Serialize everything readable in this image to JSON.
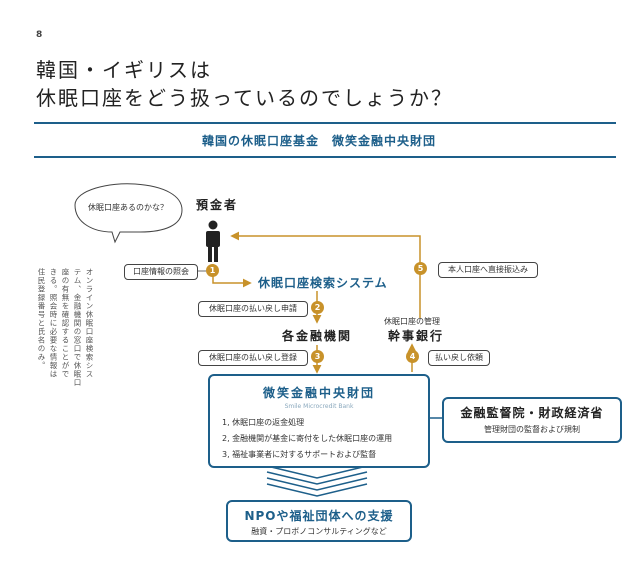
{
  "page": {
    "number": "8",
    "title_line1": "韓国・イギリスは",
    "title_line2": "休眠口座をどう扱っているのでしょうか？"
  },
  "band_title": "韓国の休眠口座基金　微笑金融中央財団",
  "depositor": {
    "label": "預金者",
    "speech": "休眠口座あるのかな？"
  },
  "side_note": {
    "columns": [
      "オンライン休眠口座検索シス",
      "テム、金融機関の窓口で休眠口",
      "座の有無を確認することがで",
      "きる。照会時に必要な情報は",
      "住民登録番号と氏名のみ。"
    ]
  },
  "flow": {
    "step1": {
      "num": "1",
      "label": "口座情報の照会"
    },
    "system": "休眠口座検索システム",
    "step2": {
      "num": "2",
      "label": "休眠口座の払い戻し申請"
    },
    "banks": "各金融機関",
    "step3": {
      "num": "3",
      "label": "休眠口座の払い戻し登録"
    },
    "managing_bank_caption": "休眠口座の管理",
    "managing_bank": "幹事銀行",
    "step4": {
      "num": "4",
      "label": "払い戻し依頼"
    },
    "step5": {
      "num": "5",
      "label": "本人口座へ直接振込み"
    }
  },
  "foundation": {
    "name": "微笑金融中央財団",
    "name_en": "Smile Microcredit Bank",
    "items": [
      "1, 休眠口座の返金処理",
      "2, 金融機関が基金に寄付をした休眠口座の運用",
      "3, 福祉事業者に対するサポートおよび監督"
    ]
  },
  "regulator": {
    "name": "金融監督院・財政経済省",
    "sub": "管理財団の監督および規制"
  },
  "npo": {
    "title": "NPOや福祉団体への支援",
    "sub": "融資・プロボノコンサルティングなど"
  },
  "colors": {
    "accent_blue": "#1d5f8a",
    "accent_gold": "#c8922a",
    "text": "#333333"
  }
}
